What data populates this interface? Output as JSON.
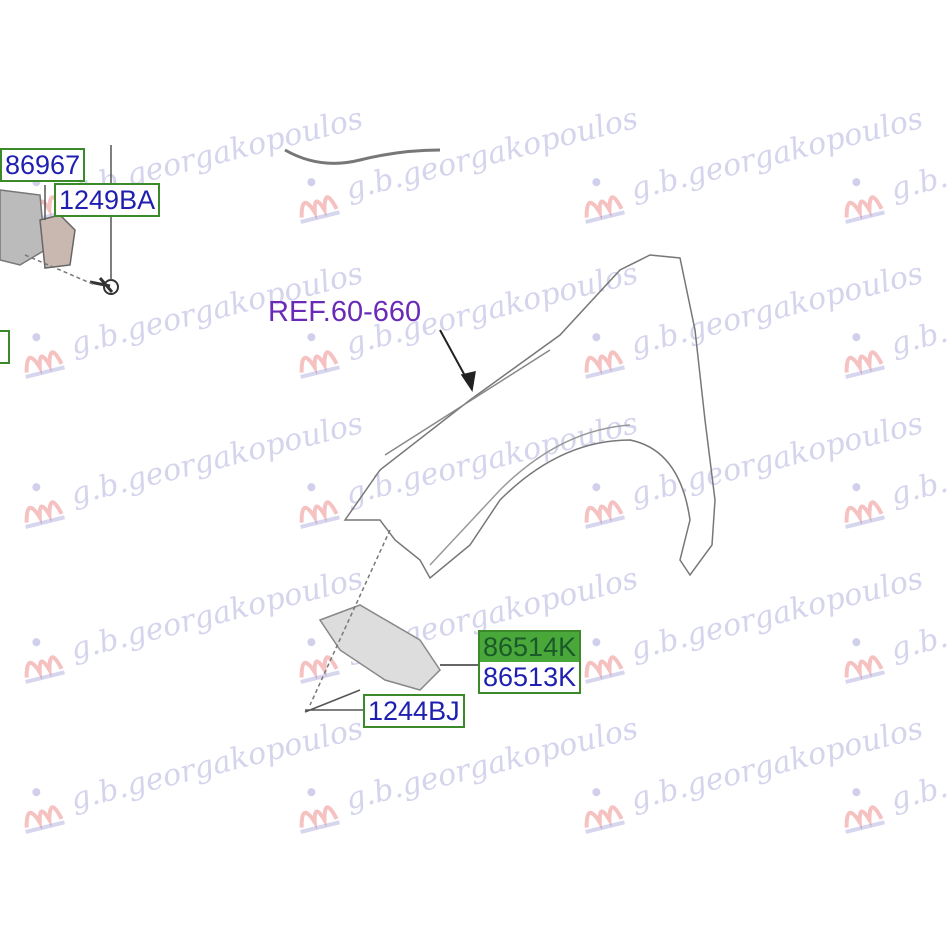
{
  "watermark": {
    "text": "g.b.georgakopoulos"
  },
  "labels": {
    "part_86967": "86967",
    "part_1249ba": "1249BA",
    "ref": "REF.60-660",
    "part_86514k": "86514K",
    "part_86513k": "86513K",
    "part_1244bj": "1244BJ"
  },
  "colors": {
    "label_border": "#3a8a2a",
    "label_text": "#2020b0",
    "ref_text": "#6a2ab8",
    "highlight": "#4aa83a"
  }
}
